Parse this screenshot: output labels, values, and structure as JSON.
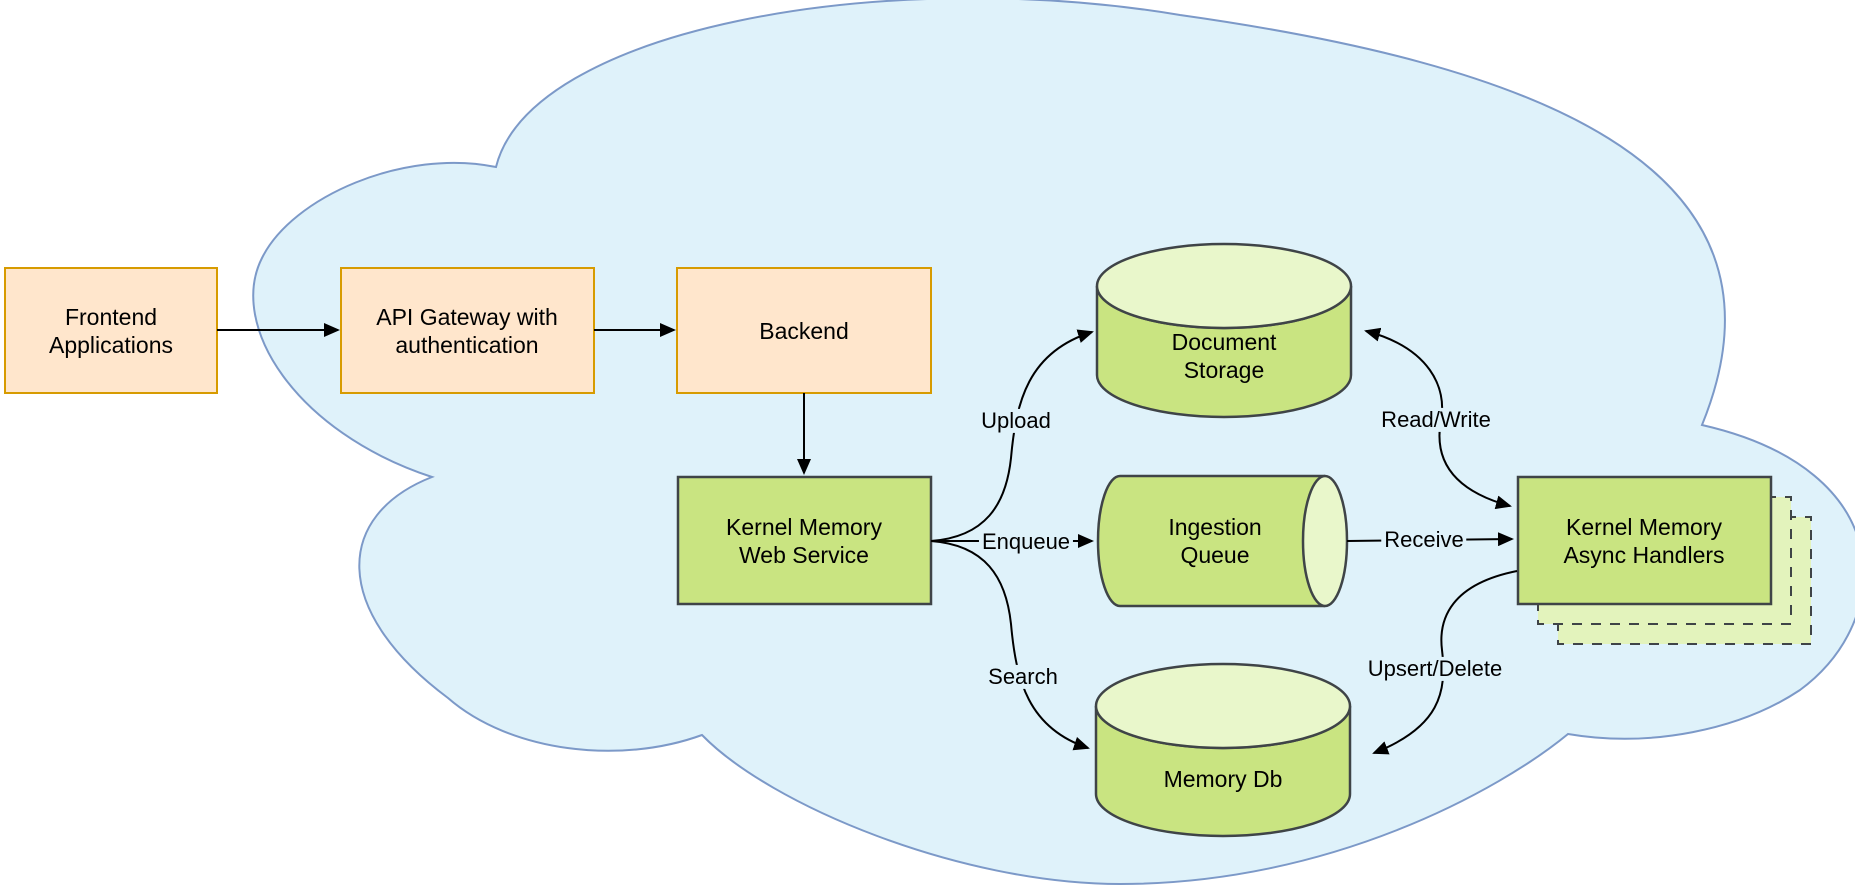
{
  "nodes": {
    "frontend": {
      "line1": "Frontend",
      "line2": "Applications"
    },
    "api_gateway": {
      "line1": "API Gateway with",
      "line2": "authentication"
    },
    "backend": {
      "label": "Backend"
    },
    "km_web_service": {
      "line1": "Kernel Memory",
      "line2": "Web Service"
    },
    "document_storage": {
      "line1": "Document",
      "line2": "Storage"
    },
    "ingestion_queue": {
      "line1": "Ingestion",
      "line2": "Queue"
    },
    "memory_db": {
      "label": "Memory Db"
    },
    "km_async_handlers": {
      "line1": "Kernel Memory",
      "line2": "Async Handlers"
    }
  },
  "edges": {
    "upload": "Upload",
    "enqueue": "Enqueue",
    "search": "Search",
    "receive": "Receive",
    "read_write": "Read/Write",
    "upsert_delete": "Upsert/Delete"
  },
  "colors": {
    "cloud_fill": "#DFF2FA",
    "cloud_stroke": "#7C99C8",
    "orange_fill": "#FFE6CC",
    "orange_stroke": "#D79B00",
    "green_fill": "#C9E481",
    "green_light_fill": "#E9F7CB",
    "green_dashed_fill": "#E3F3BC",
    "green_stroke": "#3F4447",
    "arrow_color": "#000000"
  }
}
